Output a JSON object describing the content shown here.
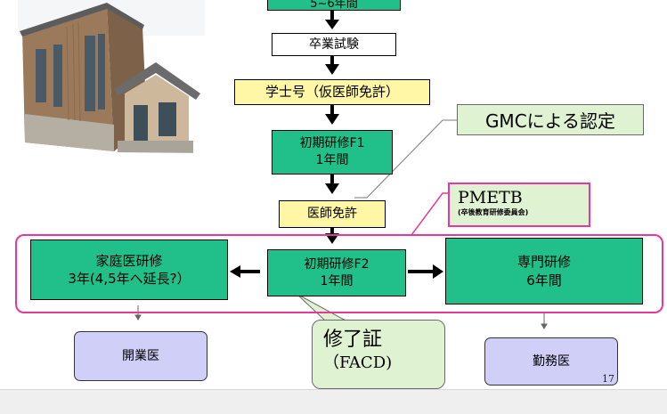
{
  "flow": {
    "top_partial": "5~6年間",
    "graduation_exam": "卒業試験",
    "bachelor": "学士号（仮医師免許）",
    "f1": "初期研修F1\n1年間",
    "license": "医師免許",
    "f2": "初期研修F2\n1年間",
    "family_medicine": "家庭医研修\n3年(4,5年へ延長?）",
    "specialist": "専門研修\n6年間",
    "gp_practice": "開業医",
    "hospital_doctor": "勤務医"
  },
  "callouts": {
    "gmc": "GMCによる認定",
    "pmetb_title": "PMETB",
    "pmetb_sub": "(卒後教育研修委員会)",
    "certificate_line1": "修了証",
    "certificate_line2": "（FACD)"
  },
  "page_number": "17",
  "colors": {
    "green": "#21c08b",
    "yellow": "#fff6a6",
    "purple": "#cfcff7",
    "pink": "#e8389a",
    "callout_fill": "#dff3d2"
  }
}
